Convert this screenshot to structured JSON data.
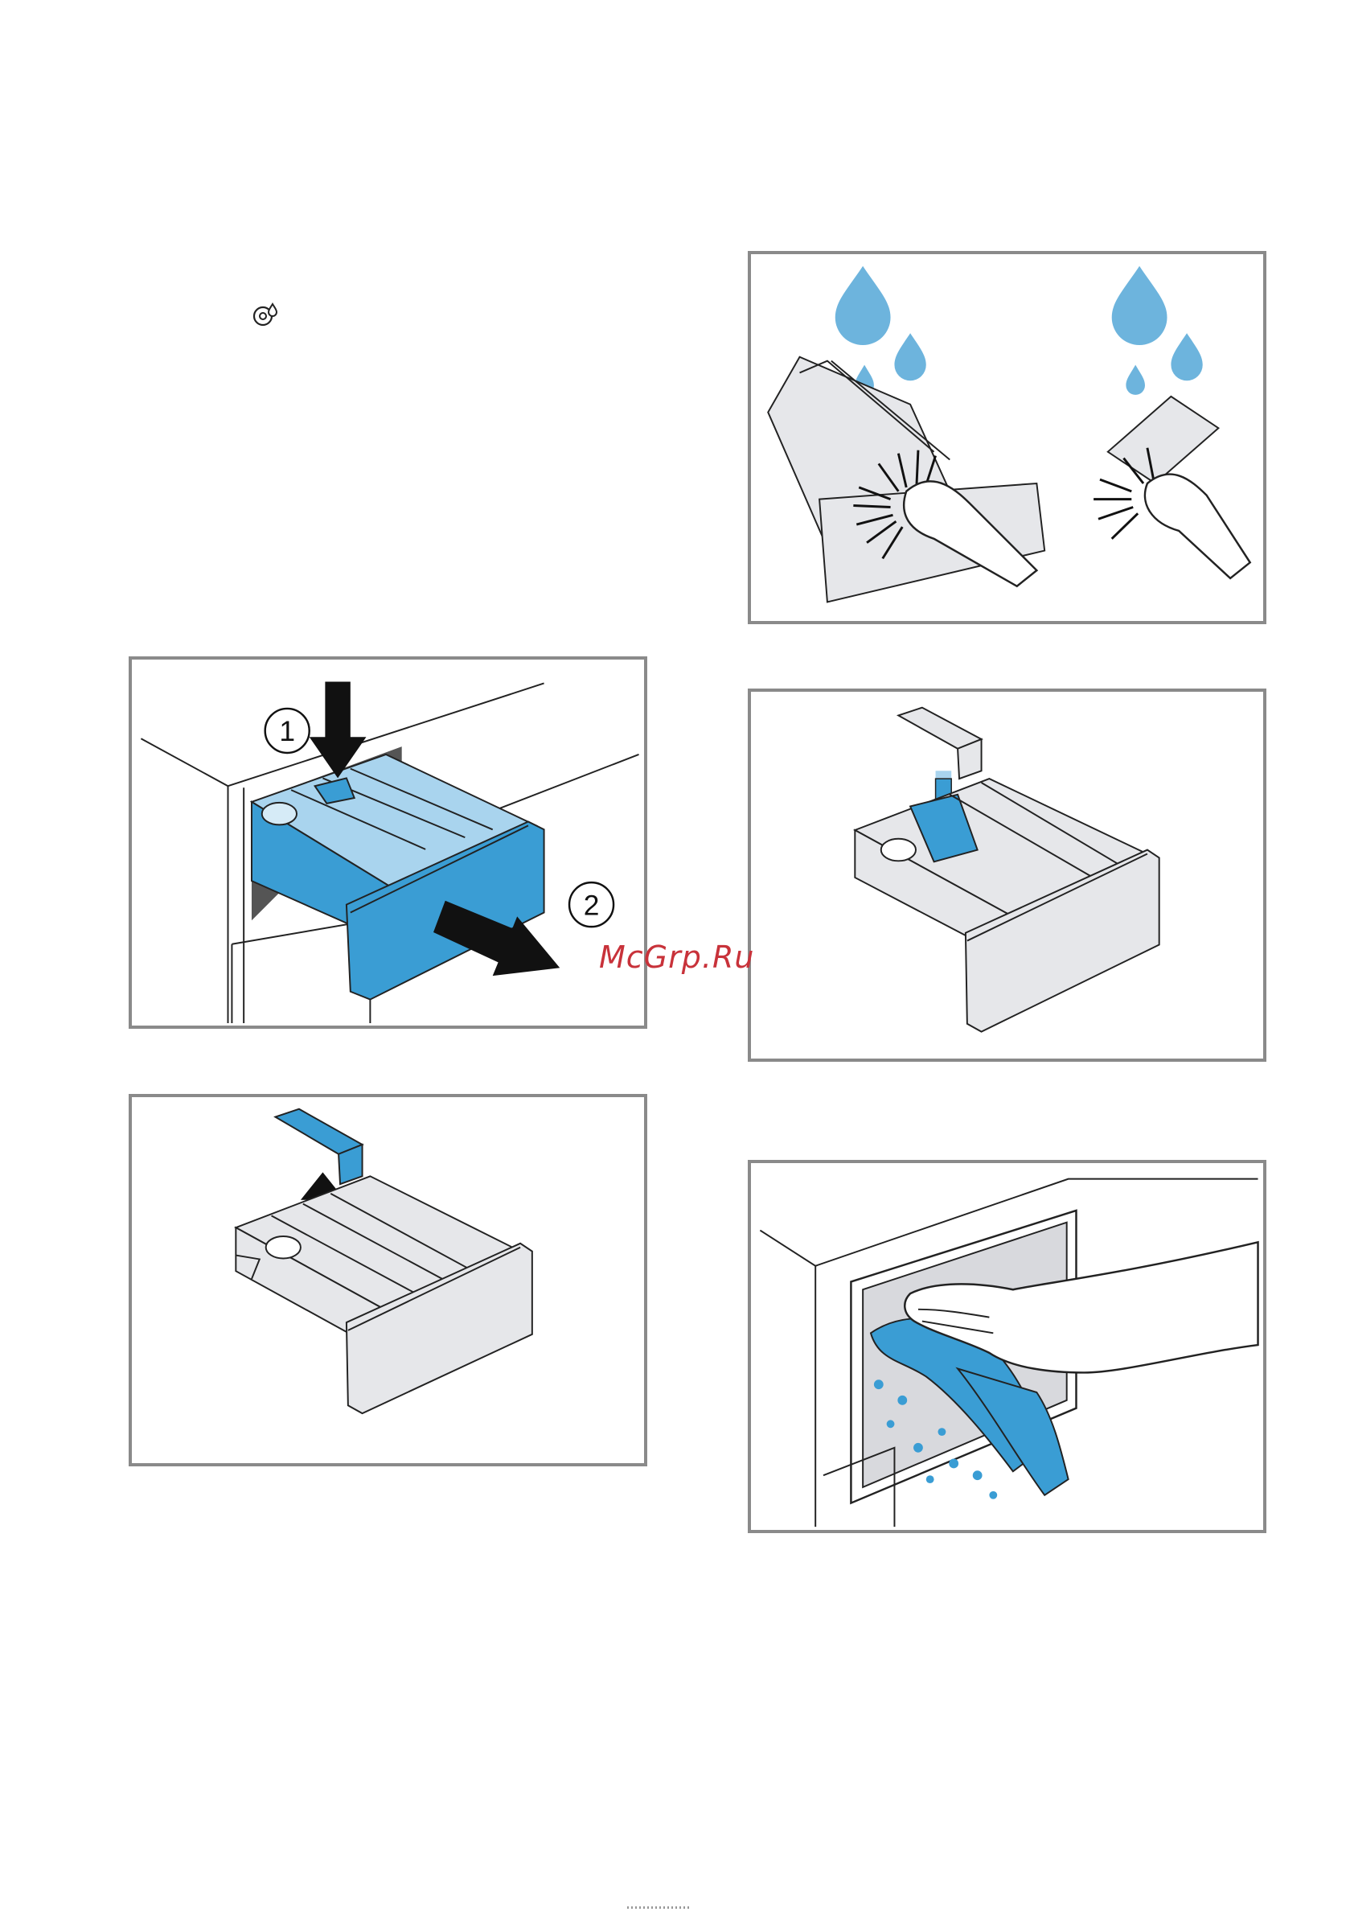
{
  "page": {
    "icon": "dispenser-clean-icon",
    "watermark": "McGrp.Ru"
  },
  "figures": {
    "remove_drawer": {
      "step_1": "1",
      "step_2": "2"
    },
    "colors": {
      "accent_blue": "#3a9dd4",
      "light_blue": "#a9d4ee",
      "drop_blue": "#6db4dd",
      "frame_grey": "#8a8a8a",
      "part_grey": "#e6e7ea"
    }
  }
}
